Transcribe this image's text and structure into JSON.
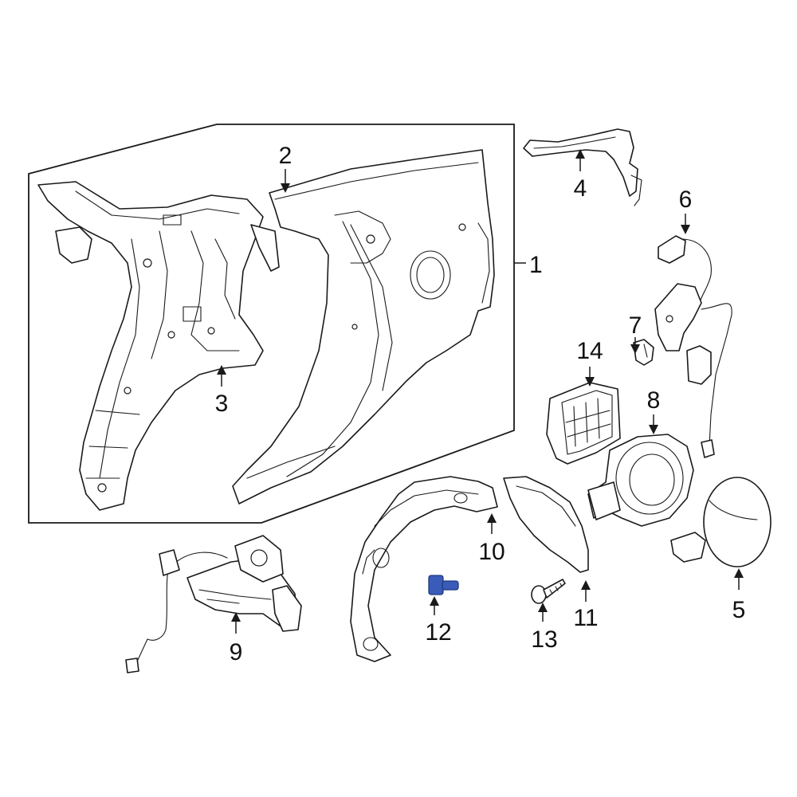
{
  "diagram": {
    "highlight_color": "#3a5cb8",
    "highlighted_part": "12",
    "callouts": [
      "1",
      "2",
      "3",
      "4",
      "5",
      "6",
      "7",
      "8",
      "9",
      "10",
      "11",
      "12",
      "13",
      "14"
    ]
  }
}
